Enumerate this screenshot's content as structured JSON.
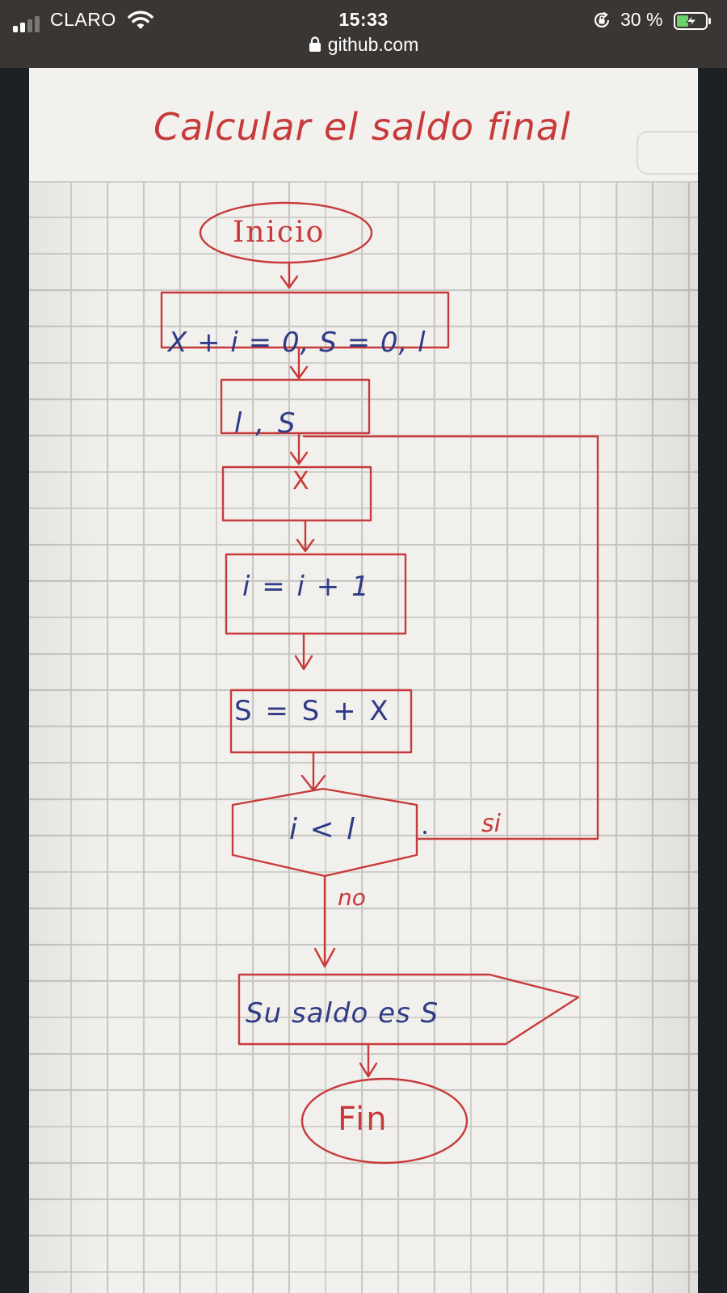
{
  "status_bar": {
    "carrier": "CLARO",
    "time": "15:33",
    "battery_percent": "30 %",
    "signal_bars_active": 2,
    "signal_bars_total": 4,
    "icons": [
      "signal-icon",
      "wifi-icon",
      "orientation-lock-icon",
      "battery-charging-icon"
    ]
  },
  "address_bar": {
    "domain": "github.com",
    "icon": "lock-icon"
  },
  "flowchart": {
    "title": "Calcular el saldo final",
    "start": "Inicio",
    "init": "X + i = 0, S = 0, l",
    "read": "l , S",
    "input": "X",
    "increment": "i = i + 1",
    "accumulate": "S = S + X",
    "decision": "i < l",
    "branch_yes": "si",
    "branch_no": "no",
    "output": "Su saldo es S",
    "end": "Fin"
  },
  "colors": {
    "ink_red": "#c73a3b",
    "ink_blue": "#2f3b86",
    "paper": "#f2f0ec",
    "browser_bar": "#3a3633",
    "battery_fill": "#6cd16b"
  }
}
